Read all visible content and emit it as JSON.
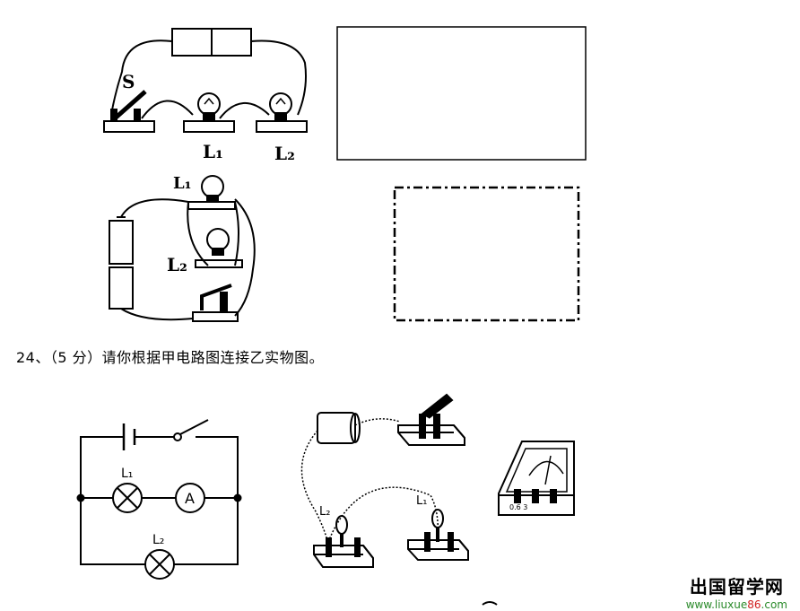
{
  "question": {
    "text": "24、（5 分）请你根据甲电路图连接乙实物图。"
  },
  "labels": {
    "switch_s": "S",
    "top_l1": "L₁",
    "top_l2": "L₂",
    "mid_l1": "L₁",
    "mid_l2": "L₂",
    "sch_l1": "L₁",
    "sch_l2": "L₂",
    "ammeter": "A",
    "real_l1": "L₁",
    "real_l2": "L₂",
    "meter_scale": "0.6  3"
  },
  "watermark": {
    "cn": "出国留学网",
    "url_prefix": "www.liuxue",
    "url_num": "86",
    "url_suffix": ".com"
  }
}
